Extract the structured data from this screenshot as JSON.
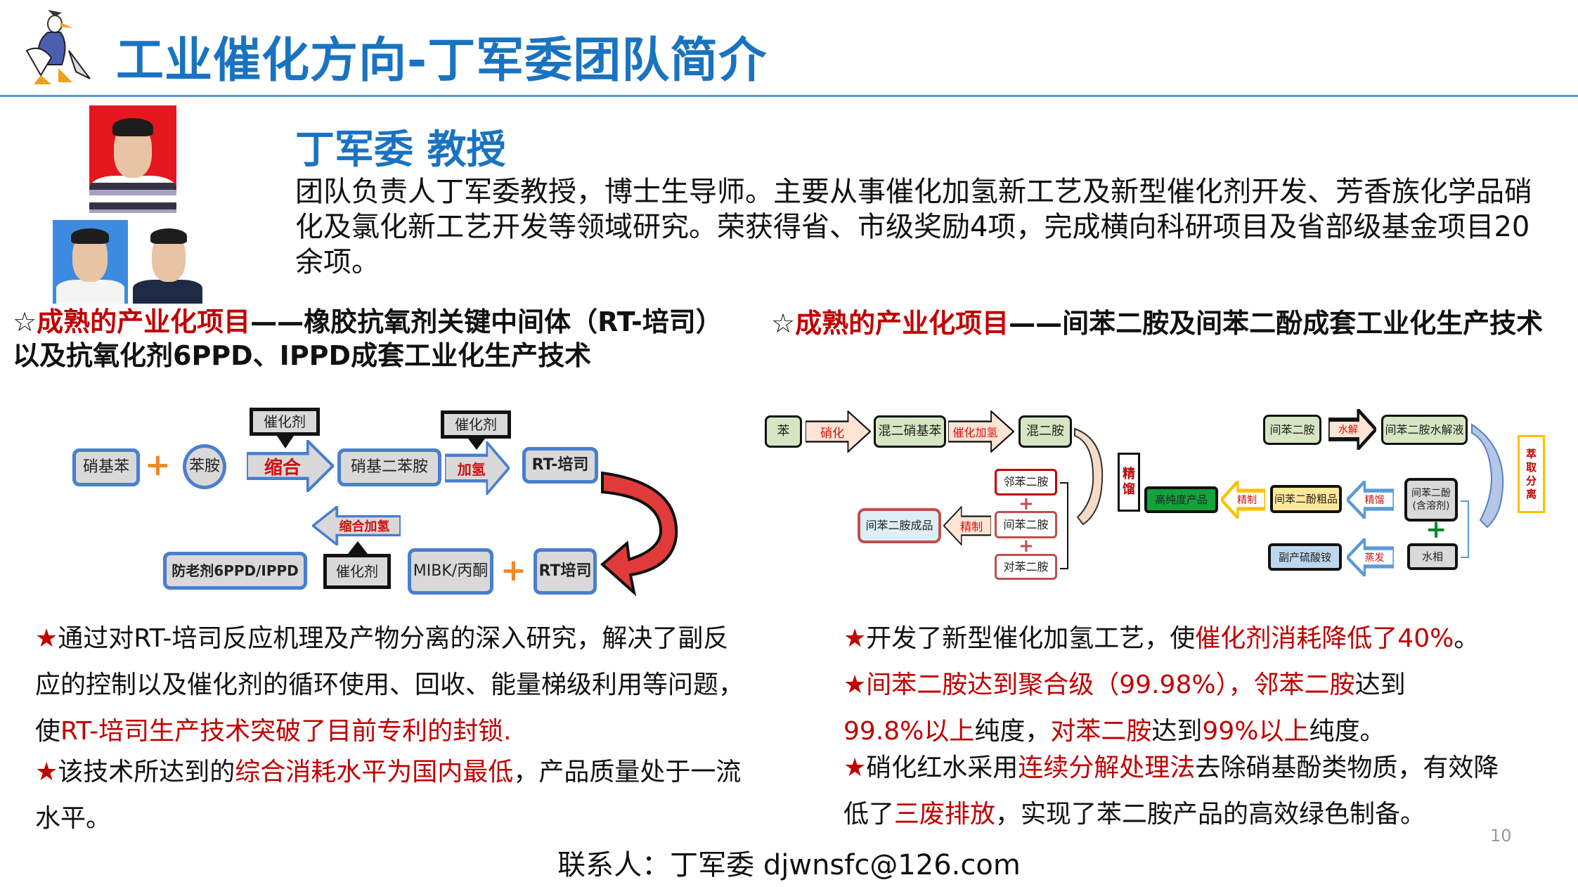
{
  "header": {
    "title": "工业催化方向-丁军委团队简介"
  },
  "profile": {
    "name": "丁军委 教授",
    "intro": " 团队负责人丁军委教授，博士生导师。主要从事催化加氢新工艺及新型催化剂开发、芳香族化学品硝化及氯化新工艺开发等领域研究。荣获得省、市级奖励4项，完成横向科研项目及省部级基金项目20余项。"
  },
  "left_section": {
    "star": "☆",
    "red": "成熟的产业化项目",
    "rest": "——橡胶抗氧剂关键中间体（RT-培司）以及抗氧化剂6PPD、IPPD成套工业化生产技术"
  },
  "right_section": {
    "star": "☆",
    "red": "成熟的产业化项目",
    "rest": "——间苯二胺及间苯二酚成套工业化生产技术"
  },
  "left_diagram": {
    "nitrobenzene": "硝基苯",
    "aniline": "苯胺",
    "condense": "缩合",
    "catalyst": "催化剂",
    "ndpa": "硝基二苯胺",
    "hydrogenate": "加氢",
    "rt": "RT-培司",
    "condense_hydro": "缩合加氢",
    "antioxidant": "防老剂6PPD/IPPD",
    "mibk": "MIBK/丙酮",
    "rt2": "RT培司",
    "plus": "+"
  },
  "right_diagram": {
    "benzene": "苯",
    "nitration": "硝化",
    "mixed_dnb": "混二硝基苯",
    "cat_hydro": "催化加氢",
    "mixed_diamine": "混二胺",
    "distill": "精馏",
    "high_purity": "高纯度产品",
    "refine": "精制",
    "resorcinol_crude": "间苯二酚粗品",
    "resorcinol_solvent": "间苯二酚(含溶剂)",
    "mpd": "间苯二胺",
    "hydrolysis": "水解",
    "hydrolysate": "间苯二胺水解液",
    "extract": "萃取分离",
    "water_phase": "水相",
    "evaporate": "蒸发",
    "ammonium_sulfate": "副产硫酸铵",
    "opd": "邻苯二胺",
    "mpd2": "间苯二胺",
    "ppd": "对苯二胺",
    "mpd_product": "间苯二胺成品",
    "plus": "+"
  },
  "left_bullets": {
    "b1_pre": "通过对RT-培司反应机理及产物分离的深入研究，解决了副反应的控制以及催化剂的循环使用、回收、能量梯级利用等问题，使",
    "b1_red": "RT-培司生产技术突破了目前专利的封锁.",
    "b2_pre": "该技术所达到的",
    "b2_red": "综合消耗水平为国内最低",
    "b2_post": "，产品质量处于一流水平。"
  },
  "right_bullets": {
    "b1_pre": "开发了新型催化加氢工艺，使",
    "b1_red": "催化剂消耗降低了40%",
    "b1_post": "。",
    "b2_red1": "间苯二胺达到聚合级（99.98%），邻苯二胺",
    "b2_mid": "达到",
    "b2_red2": "99.8%以上",
    "b2_mid2": "纯度，",
    "b2_red3": "对苯二胺",
    "b2_mid3": "达到",
    "b2_red4": "99%以上",
    "b2_post": "纯度。",
    "b3_pre": "硝化红水采用",
    "b3_red": "连续分解处理法",
    "b3_mid": "去除硝基酚类物质，有效降低了",
    "b3_red2": "三废排放",
    "b3_post": "，实现了苯二胺产品的高效绿色制备。"
  },
  "star": "★",
  "footer": {
    "contact": "联系人：丁军委 djwnsfc@126.com",
    "page": "10"
  },
  "colors": {
    "title_blue": "#1a73c0",
    "accent_red": "#c00000",
    "box_blue": "#4a7ed0"
  }
}
